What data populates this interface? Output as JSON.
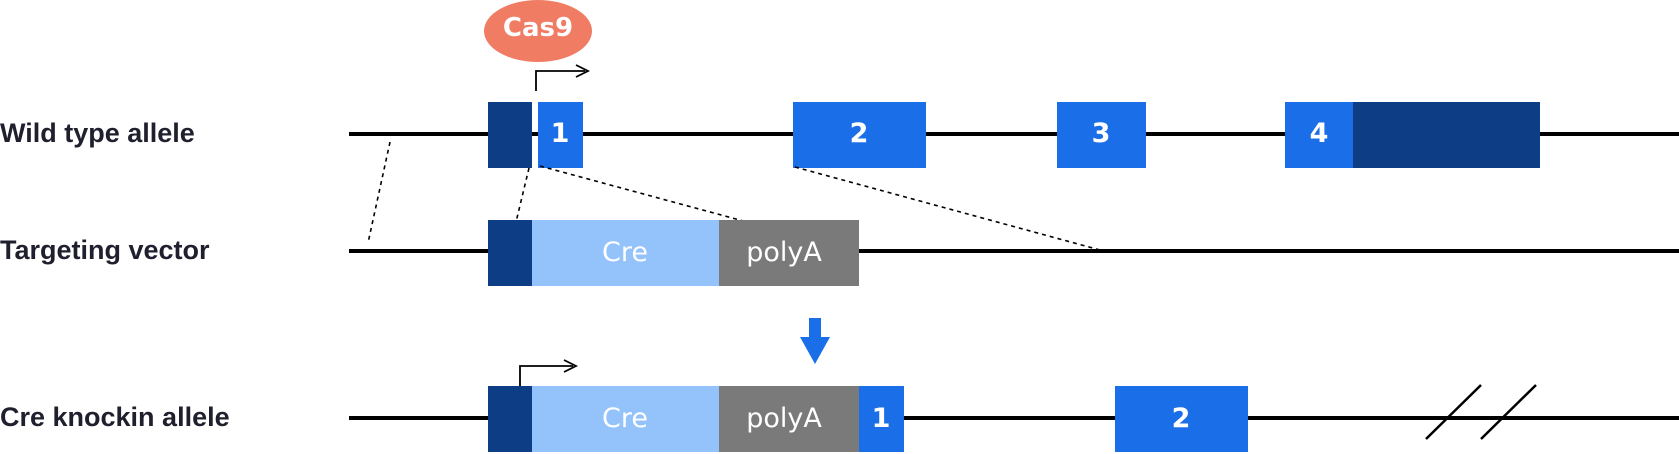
{
  "rows": {
    "wild_type": "Wild type allele",
    "targeting_vector": "Targeting vector",
    "knockin": "Cre knockin allele"
  },
  "blocks": {
    "cas9": "Cas9",
    "exon1": "1",
    "exon2": "2",
    "exon3": "3",
    "exon4": "4",
    "cre": "Cre",
    "polya": "polyA"
  },
  "colors": {
    "exon": "#1a6ee8",
    "utr": "#0d3d85",
    "cre": "#94c2fb",
    "polya": "#7a7a7a",
    "cas9": "#f07c64",
    "arrow": "#1a6ee8",
    "line": "#000000"
  }
}
